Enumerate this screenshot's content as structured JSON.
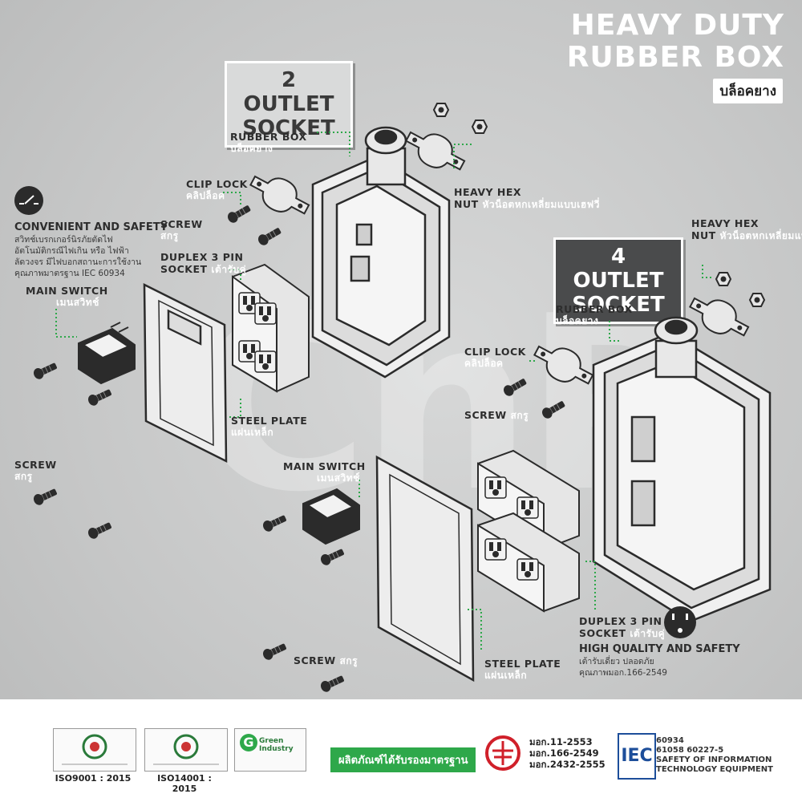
{
  "header": {
    "title_line1": "HEAVY DUTY",
    "title_line2": "RUBBER BOX",
    "thai_badge": "บล็อคยาง"
  },
  "section_two": {
    "title_line1": "2 OUTLET",
    "title_line2": "SOCKET",
    "labels": {
      "rubber_box_en": "RUBBER BOX",
      "rubber_box_th": "บล็อคยาง",
      "clip_lock_en": "CLIP LOCK",
      "clip_lock_th": "คลิปล็อค",
      "screw_en": "SCREW",
      "screw_th": "สกรู",
      "duplex_en": "DUPLEX 3 PIN",
      "duplex_en2": "SOCKET",
      "duplex_th": "เต้ารับคู่",
      "hex_nut_en": "HEAVY HEX",
      "hex_nut_en2": "NUT",
      "hex_nut_th": "หัวน็อตหกเหลี่ยมแบบเฮฟวี่",
      "steel_plate_en": "STEEL PLATE",
      "steel_plate_th": "แผ่นเหล็ก",
      "main_switch_en": "MAIN SWITCH",
      "main_switch_th": "เมนสวิทช์",
      "screw_left_en": "SCREW",
      "screw_left_th": "สกรู"
    },
    "convenient": {
      "heading": "CONVENIENT AND SAFETY",
      "line1": "สวิทช์เบรกเกอร์นิรภัยตัดไฟ",
      "line2": "อัตโนมัติกรณีไฟเกิน หรือ ไฟฟ้า",
      "line3": "ลัดวงจร มีไฟบอกสถานะการใช้งาน",
      "line4": "คุณภาพมาตรฐาน IEC 60934"
    }
  },
  "section_four": {
    "title_line1": "4 OUTLET",
    "title_line2": "SOCKET",
    "labels": {
      "hex_nut_en": "HEAVY HEX",
      "hex_nut_en2": "NUT",
      "hex_nut_th": "หัวน็อตหกเหลี่ยมแบบเฮฟวี่",
      "rubber_box_en": "RUBBER BOX",
      "rubber_box_th": "บล็อคยาง",
      "clip_lock_en": "CLIP LOCK",
      "clip_lock_th": "คลิปล็อค",
      "screw_en": "SCREW",
      "screw_th": "สกรู",
      "main_switch_en": "MAIN SWITCH",
      "main_switch_th": "เมนสวิทช์",
      "steel_plate_en": "STEEL PLATE",
      "steel_plate_th": "แผ่นเหล็ก",
      "screw_bottom_en": "SCREW",
      "screw_bottom_th": "สกรู",
      "duplex_en": "DUPLEX 3 PIN",
      "duplex_en2": "SOCKET",
      "duplex_th": "เต้ารับคู่"
    },
    "quality": {
      "heading": "HIGH QUALITY AND SAFETY",
      "line1": "เต้ารับเดี่ยว ปลอดภัย",
      "line2": "คุณภาพมอก.166-2549"
    }
  },
  "watermark": "CnP",
  "footer": {
    "iso9001": "ISO9001 : 2015",
    "iso14001": "ISO14001 : 2015",
    "green_industry": "Green Industry",
    "banner": "ผลิตภัณฑ์ได้รับรองมาตรฐาน",
    "tis1": "มอก.11-2553",
    "tis2": "มอก.166-2549",
    "tis3": "มอก.2432-2555",
    "iec_logo": "IEC",
    "iec1": "60934",
    "iec2": "61058  60227-5",
    "iec3": "SAFETY OF INFORMATION",
    "iec4": "TECHNOLOGY EQUIPMENT"
  },
  "colors": {
    "background": "#c9caca",
    "accent_green": "#2ea84a",
    "dark_box": "#4a4b4c",
    "line": "#333333"
  }
}
